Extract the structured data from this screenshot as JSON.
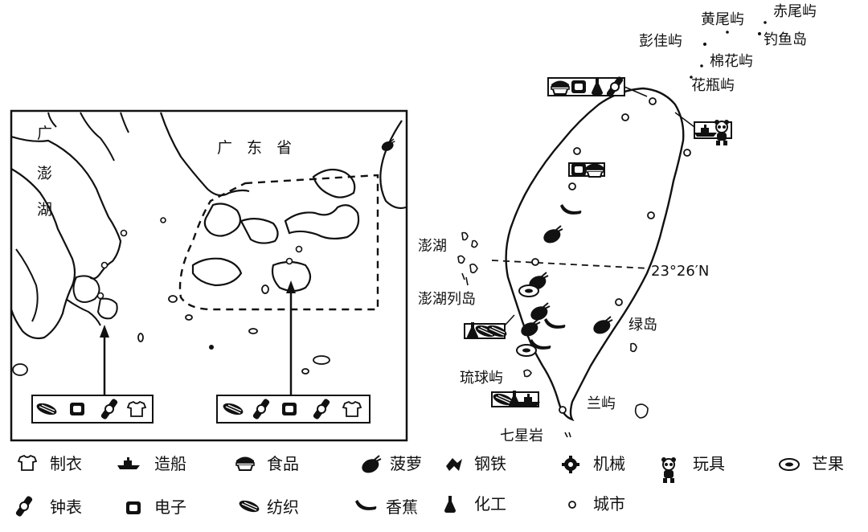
{
  "inset_map": {
    "labels": {
      "guang": "广",
      "penghu_v1": "澎",
      "penghu_v2": "湖",
      "guangdong": "广 东 省"
    },
    "box_left_icons": [
      "textile",
      "electronics",
      "watch",
      "clothing"
    ],
    "box_right_icons": [
      "textile",
      "watch",
      "electronics",
      "watch",
      "clothing"
    ]
  },
  "taiwan_map": {
    "islands": {
      "chiwei": "赤尾屿",
      "huangwei": "黄尾屿",
      "pengjia": "彭佳屿",
      "diaoyu": "钓鱼岛",
      "mianhua": "棉花屿",
      "huaping": "花瓶屿",
      "penghu": "澎湖",
      "penghu_islands": "澎湖列岛",
      "liuqiu": "琉球屿",
      "lvdao": "绿岛",
      "lanyu": "兰屿",
      "qixingyan": "七星岩"
    },
    "latitude_label": "23°26′N",
    "box_north_icons": [
      "food",
      "electronics",
      "chemical",
      "watch"
    ],
    "box_northeast_icons": [
      "shipbuilding",
      "toy"
    ],
    "box_mid_icons": [
      "electronics",
      "food"
    ],
    "box_southwest_icons": [
      "chemical",
      "textile",
      "textile"
    ],
    "box_south_icons": [
      "textile",
      "chemical",
      "shipbuilding"
    ]
  },
  "legend": {
    "items": [
      {
        "icon": "clothing-icon",
        "label": "制衣"
      },
      {
        "icon": "ship-icon",
        "label": "造船"
      },
      {
        "icon": "food-icon",
        "label": "食品"
      },
      {
        "icon": "pineapple-icon",
        "label": "菠萝"
      },
      {
        "icon": "steel-icon",
        "label": "钢铁"
      },
      {
        "icon": "machinery-icon",
        "label": "机械"
      },
      {
        "icon": "toy-icon",
        "label": "玩具"
      },
      {
        "icon": "mango-icon",
        "label": "芒果"
      },
      {
        "icon": "watch-icon",
        "label": "钟表"
      },
      {
        "icon": "electronics-icon",
        "label": "电子"
      },
      {
        "icon": "textile-icon",
        "label": "纺织"
      },
      {
        "icon": "banana-icon",
        "label": "香蕉"
      },
      {
        "icon": "chemical-icon",
        "label": "化工"
      },
      {
        "icon": "city-icon",
        "label": "城市"
      }
    ]
  }
}
